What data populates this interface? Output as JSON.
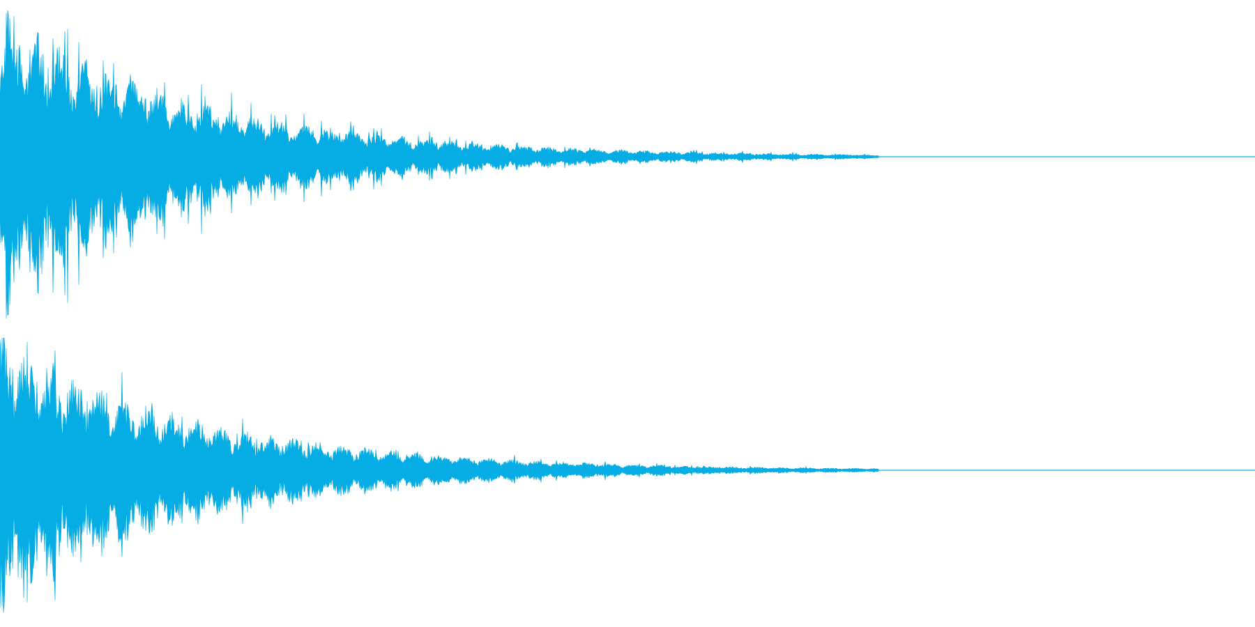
{
  "waveform": {
    "channel_count": 2,
    "color": "#06ADE4",
    "background": "#FFFFFF",
    "envelope": {
      "peak_amplitude": 0.95,
      "decay": "exponential",
      "silent_after_fraction": 0.7
    }
  }
}
